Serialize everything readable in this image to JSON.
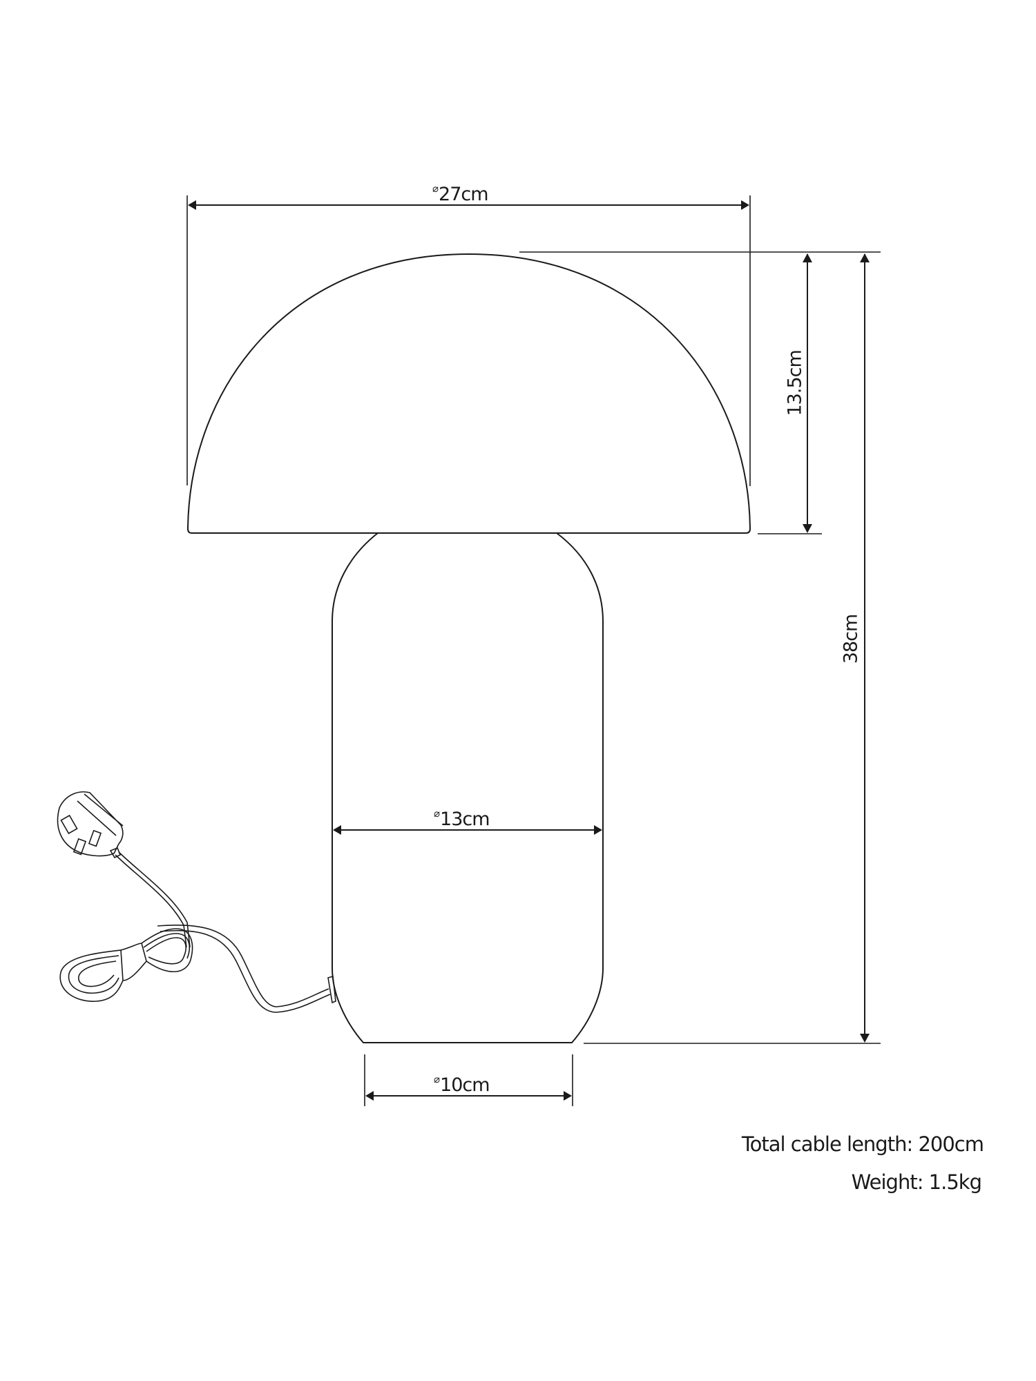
{
  "diagram": {
    "title": "Mushroom table lamp dimension drawing",
    "dimensions": {
      "shade_diameter": {
        "symbol": "⌀",
        "value": "27cm"
      },
      "shade_height": {
        "value": "13.5cm"
      },
      "total_height": {
        "value": "38cm"
      },
      "body_diameter": {
        "symbol": "⌀",
        "value": "13cm"
      },
      "base_diameter": {
        "symbol": "⌀",
        "value": "10cm"
      }
    },
    "specs": {
      "cable_length": "Total cable length: 200cm",
      "weight": "Weight: 1.5kg"
    },
    "colors": {
      "line": "#1a1a1a",
      "background": "#ffffff"
    }
  }
}
